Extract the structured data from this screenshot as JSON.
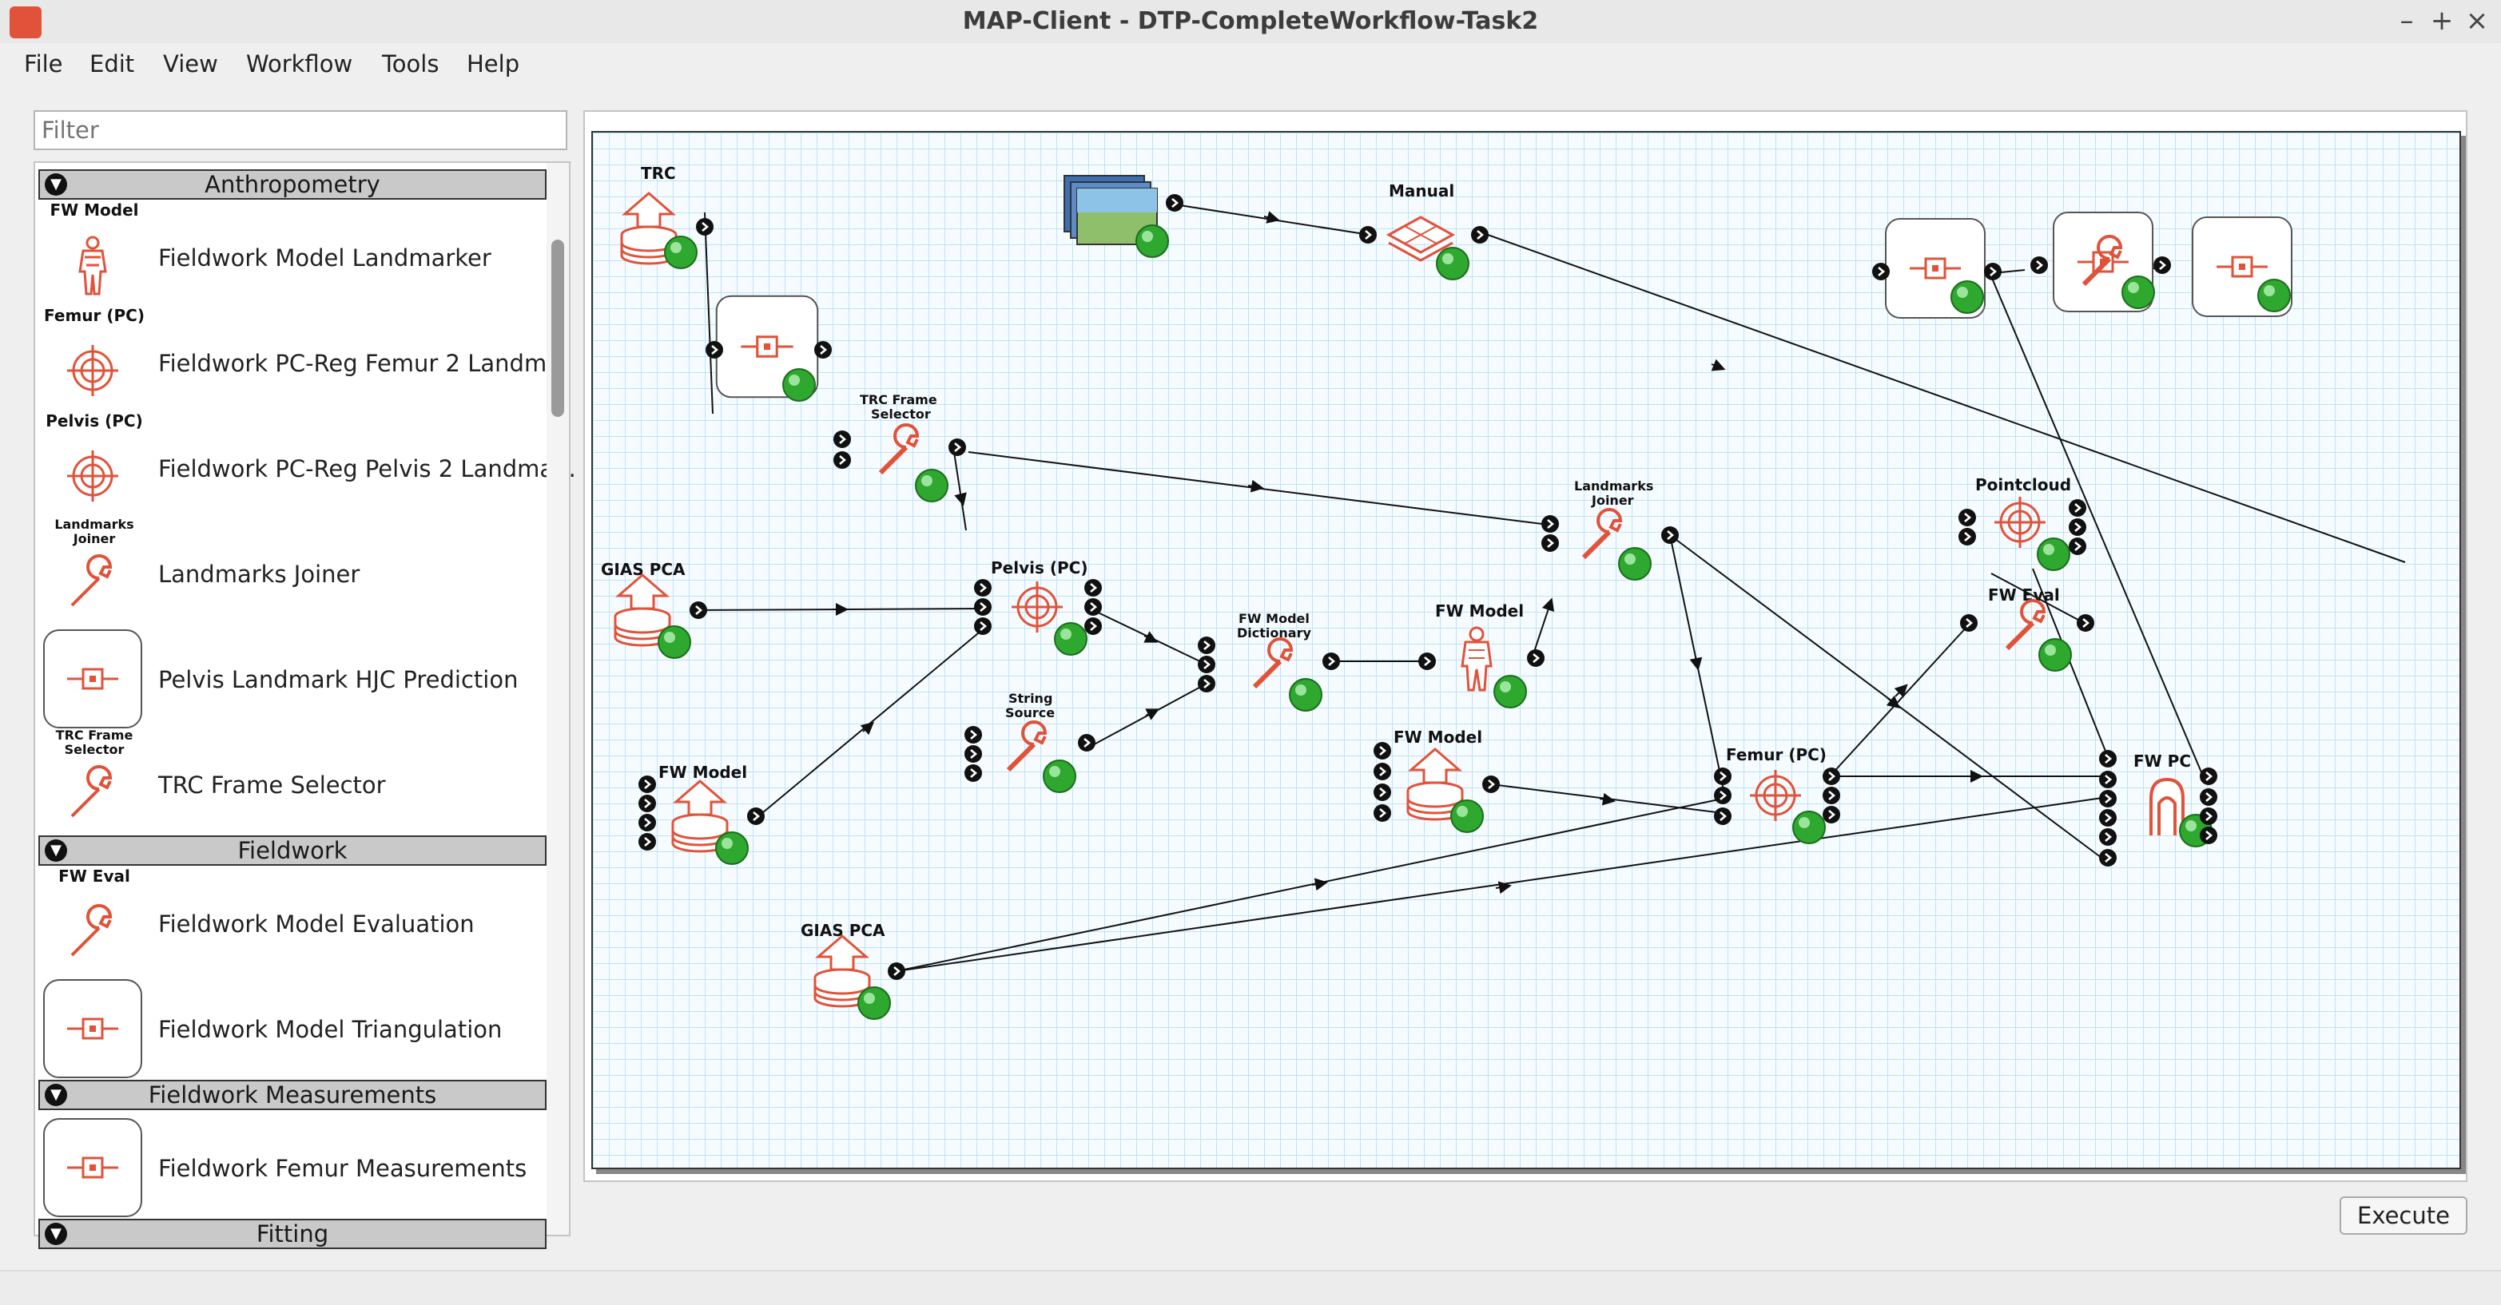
{
  "window": {
    "title": "MAP-Client - DTP-CompleteWorkflow-Task2",
    "minimize": "–",
    "maximize": "+",
    "close": "×"
  },
  "menu": [
    "File",
    "Edit",
    "View",
    "Workflow",
    "Tools",
    "Help"
  ],
  "filter": {
    "placeholder": "Filter"
  },
  "categories": {
    "anthropometry": "Anthropometry",
    "fieldwork": "Fieldwork",
    "fieldwork_measurements": "Fieldwork Measurements",
    "fitting": "Fitting"
  },
  "steps": {
    "fw_model": {
      "tag": "FW Model",
      "label": "Fieldwork Model Landmarker"
    },
    "femur_pc": {
      "tag": "Femur (PC)",
      "label": "Fieldwork PC-Reg Femur 2 Landm..."
    },
    "pelvis_pc": {
      "tag": "Pelvis (PC)",
      "label": "Fieldwork PC-Reg Pelvis 2 Landma..."
    },
    "landmarks_joiner": {
      "tag": "Landmarks Joiner",
      "label": "Landmarks Joiner"
    },
    "pelvis_hjc": {
      "label": "Pelvis Landmark HJC Prediction"
    },
    "trc_frame": {
      "tag": "TRC Frame Selector",
      "label": "TRC Frame Selector"
    },
    "fw_eval": {
      "tag": "FW Eval",
      "label": "Fieldwork Model Evaluation"
    },
    "fw_triang": {
      "label": "Fieldwork Model Triangulation"
    },
    "fw_femur_meas": {
      "label": "Fieldwork Femur Measurements"
    }
  },
  "workflow_nodes": {
    "trc": "TRC",
    "manual": "Manual",
    "trc_frame_1": "TRC Frame",
    "trc_frame_2": "Selector",
    "landmarks_joiner_1": "Landmarks",
    "landmarks_joiner_2": "Joiner",
    "pointcloud": "Pointcloud",
    "gias_pca_1": "GIAS PCA",
    "pelvis_pc": "Pelvis (PC)",
    "fw_model_dict_1": "FW Model",
    "fw_model_dict_2": "Dictionary",
    "fw_model_1": "FW Model",
    "fw_eval": "FW Eval",
    "string_source_1": "String",
    "string_source_2": "Source",
    "fw_model_2": "FW Model",
    "fw_model_3": "FW Model",
    "femur_pc": "Femur (PC)",
    "fw_pc": "FW PC",
    "gias_pca_2": "GIAS PCA"
  },
  "execute": "Execute",
  "colors": {
    "accent": "#e0533a",
    "grid": "#bfe3f4",
    "status_ok": "#2ea82e"
  }
}
